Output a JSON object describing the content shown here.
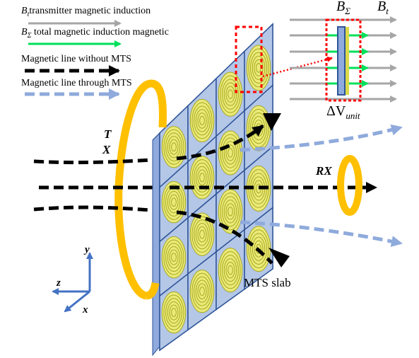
{
  "legend": [
    {
      "symbol_main": "B",
      "symbol_sub": "t",
      "text": "transmitter magnetic induction",
      "line_color": "#a6a6a6",
      "line_style": "solid"
    },
    {
      "symbol_main": "B",
      "symbol_sub": "Σ",
      "text": " total magnetic induction magnetic",
      "line_color": "#00e05a",
      "line_style": "solid"
    },
    {
      "symbol_main": "",
      "symbol_sub": "",
      "text": "Magnetic line without MTS",
      "line_color": "#000000",
      "line_style": "dashed"
    },
    {
      "symbol_main": "",
      "symbol_sub": "",
      "text": "Magnetic line through MTS",
      "line_color": "#8faadc",
      "line_style": "dashed"
    }
  ],
  "inset": {
    "b_sigma_main": "B",
    "b_sigma_sub": "Σ",
    "b_t_main": "B",
    "b_t_sub": "t",
    "delta_v_main": "ΔV",
    "delta_v_sub": "unit"
  },
  "labels": {
    "tx_t": "T",
    "tx_x": "X",
    "rx": "RX",
    "mts_slab": "MTS slab",
    "axis_y": "y",
    "axis_z": "z",
    "axis_x": "x"
  },
  "colors": {
    "coil": "#ffc000",
    "panel_fill": "#b4c7e7",
    "panel_edge": "#2f5597",
    "spiral": "#d9d94a",
    "axis": "#4472c4",
    "highlight": "#ff0000"
  }
}
